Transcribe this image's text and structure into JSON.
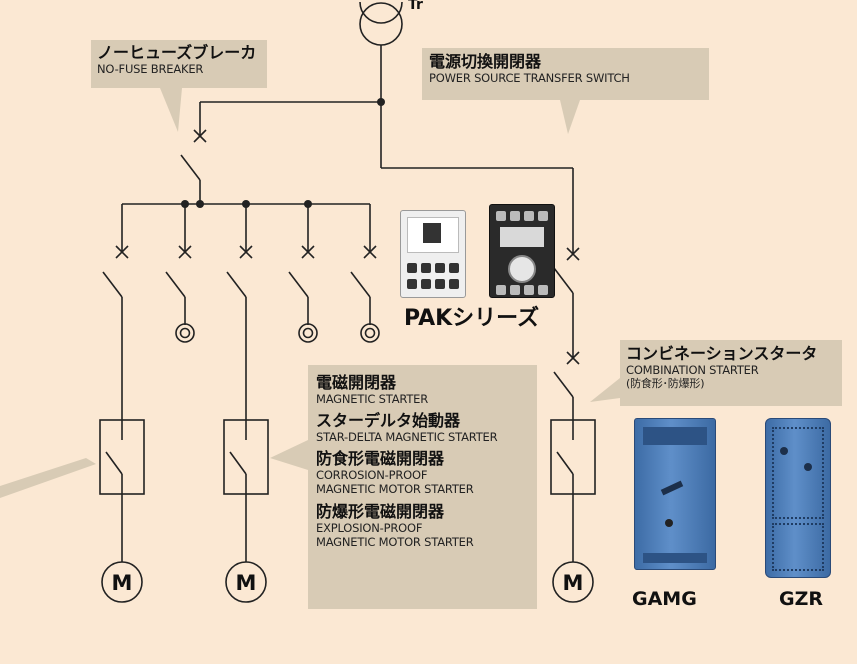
{
  "colors": {
    "background": "#fbe8d3",
    "callout": "#d8cbb5",
    "wire": "#222222",
    "enclosure_blue": "#4f7fbd"
  },
  "transformer": {
    "label": "Tr"
  },
  "callouts": {
    "no_fuse_breaker": {
      "jp": "ノーヒューズブレーカ",
      "en": "NO-FUSE BREAKER"
    },
    "transfer_switch": {
      "jp": "電源切換開閉器",
      "en": "POWER SOURCE TRANSFER SWITCH"
    },
    "combination_starter": {
      "jp": "コンビネーションスタータ",
      "en": "COMBINATION STARTER",
      "note": "(防食形･防爆形)"
    },
    "starters": {
      "magnetic": {
        "jp": "電磁開閉器",
        "en": "MAGNETIC STARTER"
      },
      "star_delta": {
        "jp": "スターデルタ始動器",
        "en": "STAR-DELTA MAGNETIC STARTER"
      },
      "corrosion_proof": {
        "jp": "防食形電磁開閉器",
        "en_line1": "CORROSION-PROOF",
        "en_line2": "MAGNETIC MOTOR STARTER"
      },
      "explosion_proof": {
        "jp": "防爆形電磁開閉器",
        "en_line1": "EXPLOSION-PROOF",
        "en_line2": "MAGNETIC MOTOR STARTER"
      }
    }
  },
  "products": {
    "pak": "PAKシリーズ",
    "gamg": "GAMG",
    "gzr": "GZR"
  },
  "motors": [
    "M",
    "M",
    "M"
  ]
}
